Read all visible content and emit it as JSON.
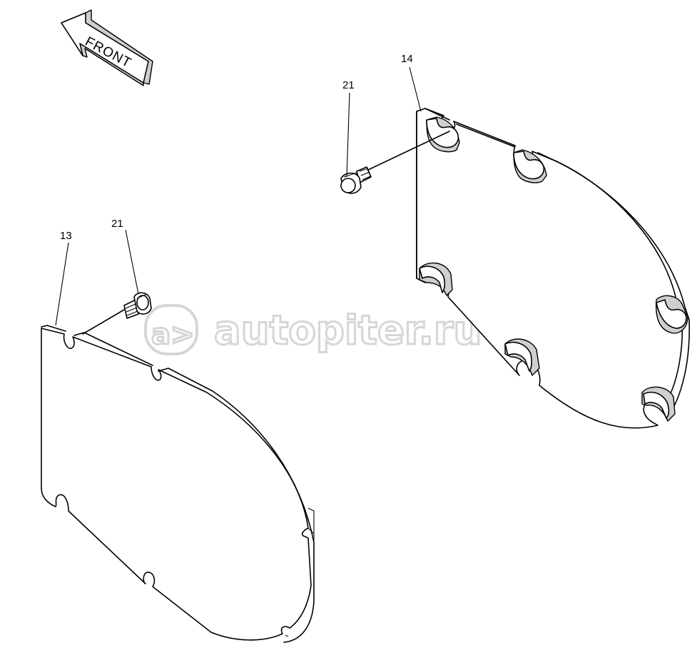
{
  "direction_label": "FRONT",
  "watermark": "autopiter.ru",
  "watermark_logo_text": "a>",
  "callouts": {
    "cover_left": "13",
    "cover_right": "14",
    "bolt_left": "21",
    "bolt_right": "21"
  },
  "colors": {
    "line": "#000000",
    "background": "#ffffff",
    "watermark": "#d6d6d6"
  }
}
